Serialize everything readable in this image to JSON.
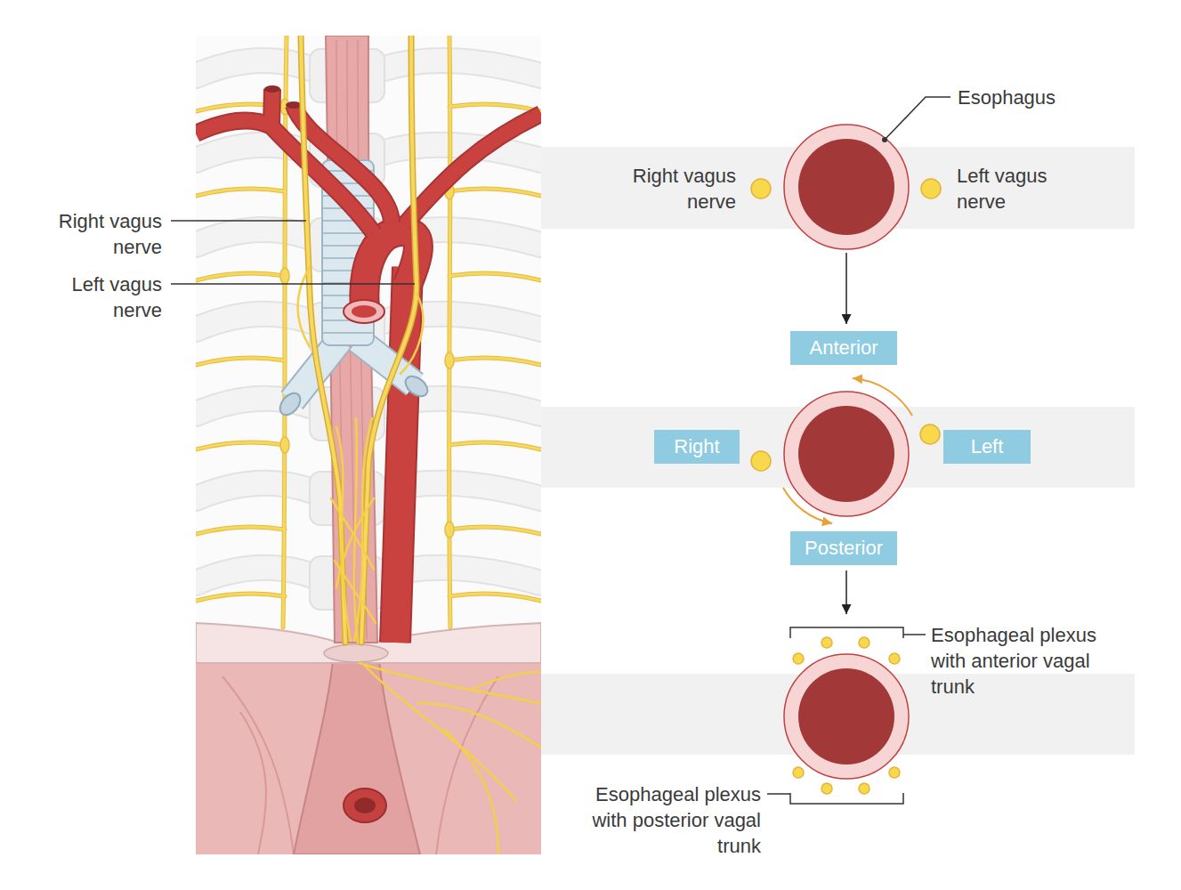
{
  "diagram": {
    "nodes": [
      {
        "text": [
          "Anterior"
        ]
      },
      {
        "text": [
          "Right"
        ]
      },
      {
        "text": [
          "Left"
        ]
      },
      {
        "text": [
          "Posterior"
        ]
      }
    ],
    "labels": [
      "Right vagus nerve",
      "Left vagus nerve",
      "Esophagus",
      "Right vagus nerve",
      "Left vagus nerve",
      "Esophageal plexus with anterior vagal trunk",
      "Esophageal plexus with posterior vagal trunk"
    ]
  }
}
